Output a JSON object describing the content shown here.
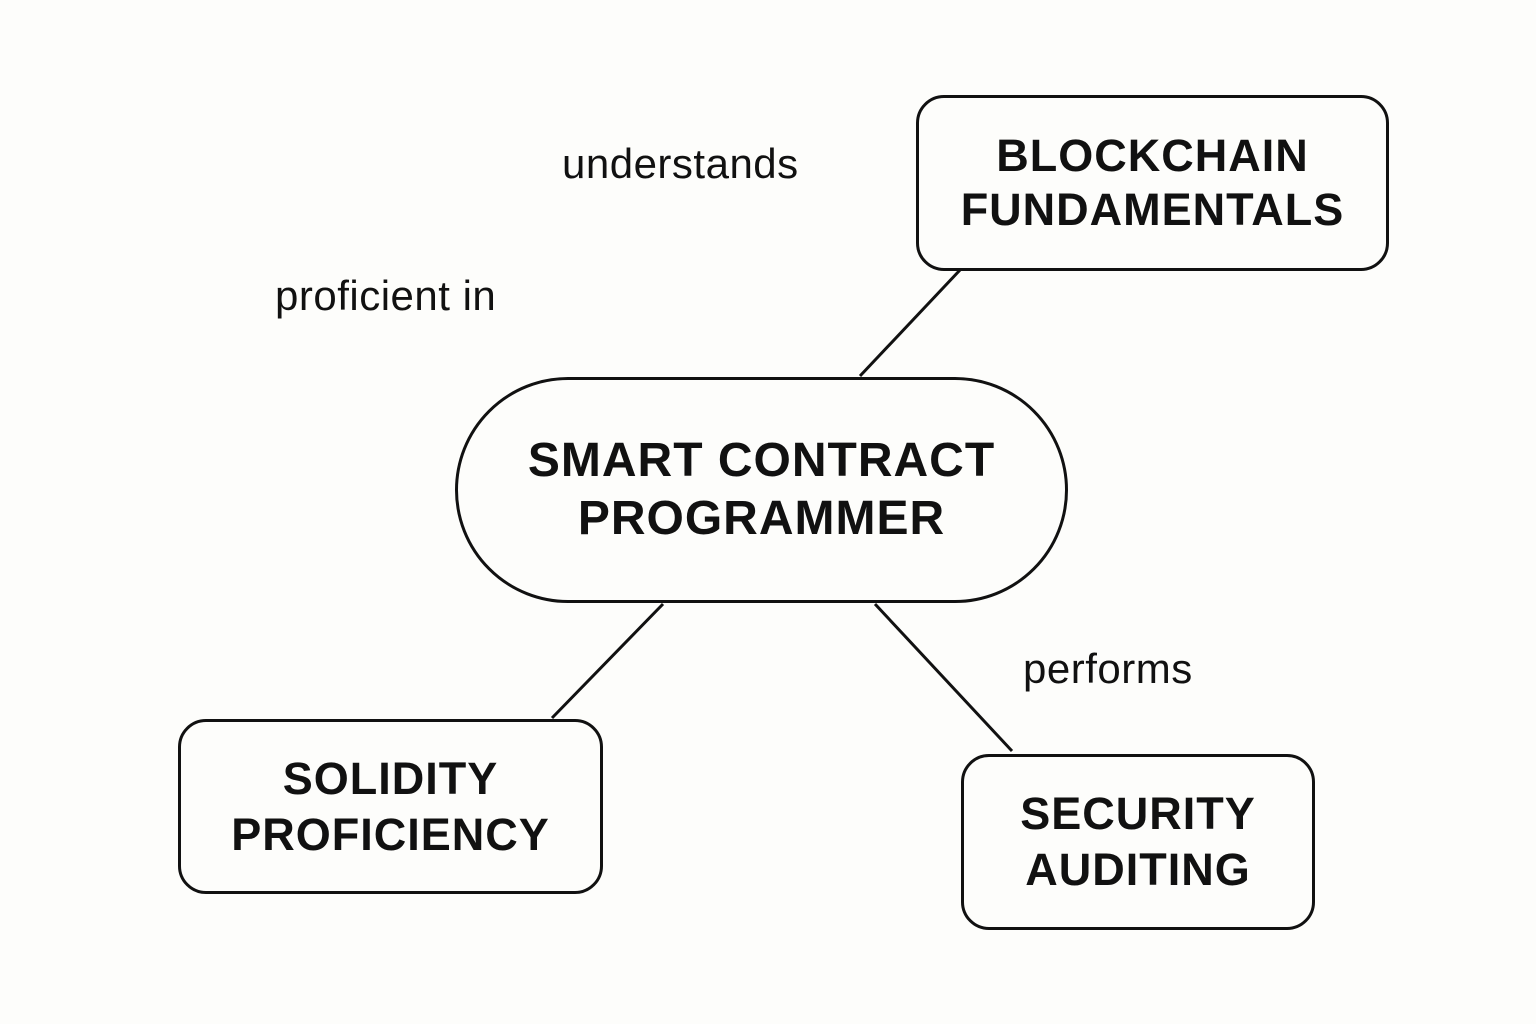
{
  "diagram": {
    "type": "concept-map",
    "central_node": {
      "id": "smart-contract-programmer",
      "lines": [
        "SMART CONTRACT",
        "PROGRAMMER"
      ]
    },
    "nodes": [
      {
        "id": "blockchain-fundamentals",
        "lines": [
          "BLOCKCHAIN",
          "FUNDAMENTALS"
        ]
      },
      {
        "id": "solidity-proficiency",
        "lines": [
          "SOLIDITY",
          "PROFICIENCY"
        ]
      },
      {
        "id": "security-auditing",
        "lines": [
          "SECURITY",
          "AUDITING"
        ]
      }
    ],
    "edge_labels": {
      "understands": "understands",
      "proficient_in": "proficient in",
      "performs": "performs"
    },
    "edges": [
      {
        "from": "smart-contract-programmer",
        "to": "blockchain-fundamentals"
      },
      {
        "from": "smart-contract-programmer",
        "to": "solidity-proficiency"
      },
      {
        "from": "smart-contract-programmer",
        "to": "security-auditing"
      }
    ],
    "colors": {
      "background": "#fdfdfb",
      "stroke": "#111111",
      "text": "#111111"
    }
  }
}
